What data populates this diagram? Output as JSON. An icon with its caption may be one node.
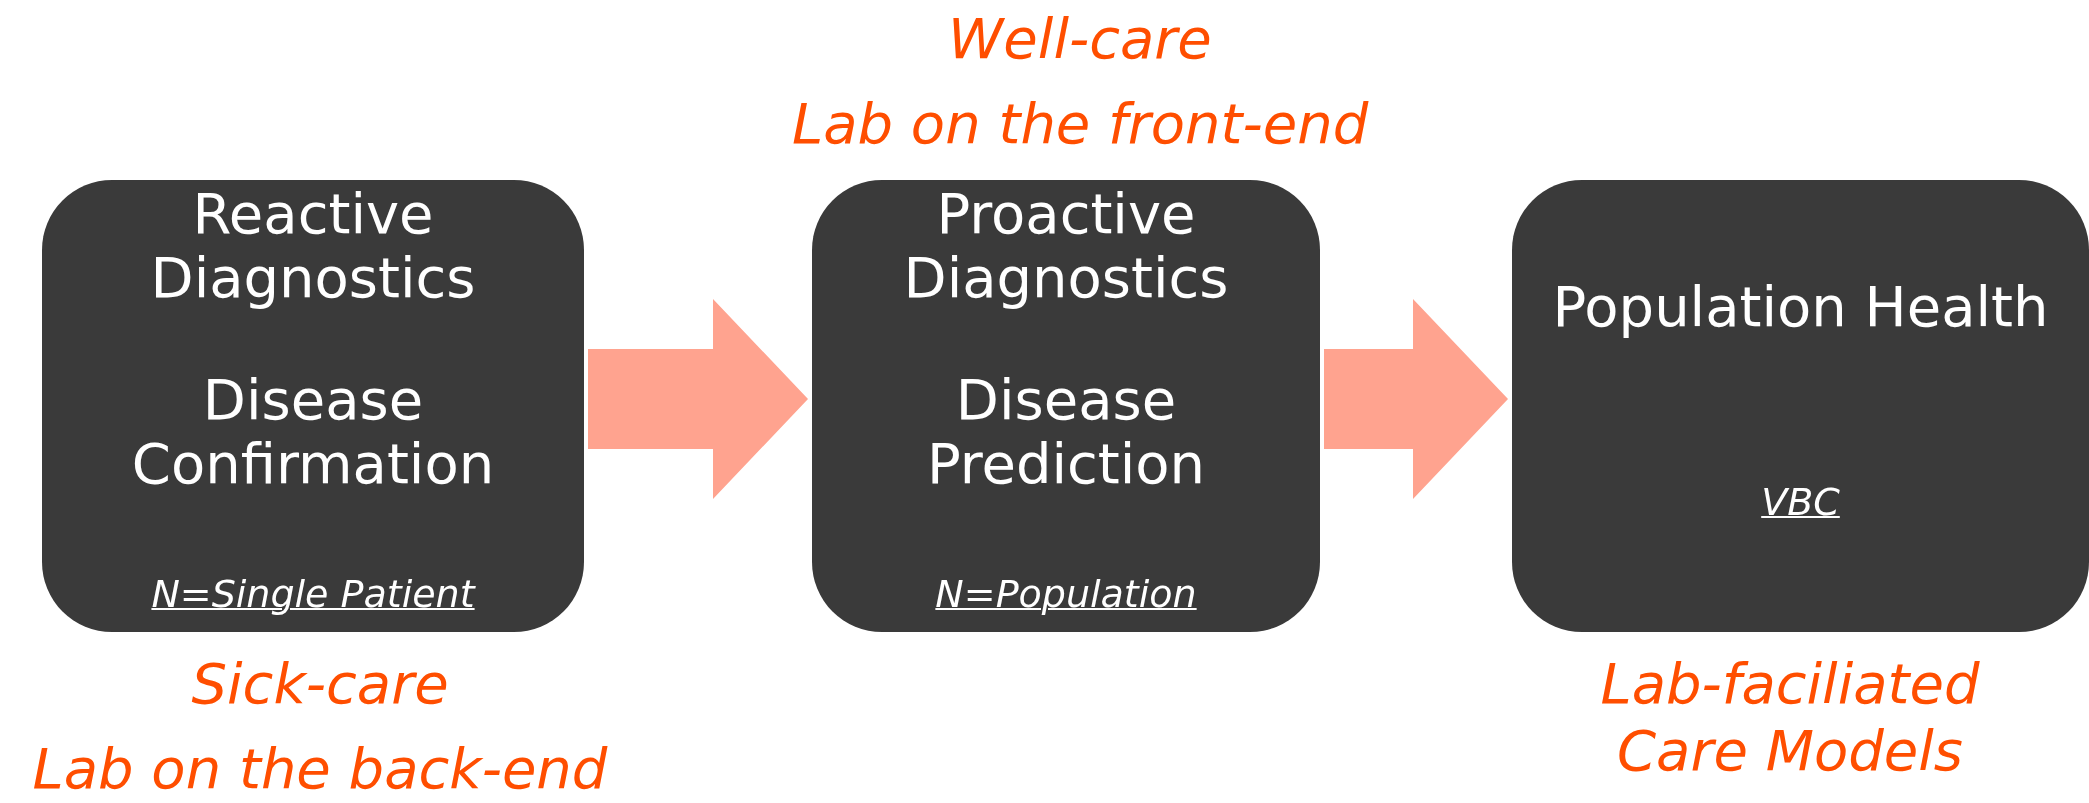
{
  "diagram": {
    "nodes": [
      {
        "text": [
          "Reactive Diagnostics",
          "Disease Confirmation",
          "N=Single Patient"
        ],
        "beside": [
          "Sick-care",
          "Lab on the back-end"
        ]
      },
      {
        "text": [
          "Proactive Diagnostics",
          "Disease Prediction",
          "N=Population"
        ],
        "beside": [
          "Well-care",
          "Lab on the front-end"
        ]
      },
      {
        "text": [
          "Population Health",
          "VBC"
        ],
        "beside": [
          "Lab-faciliated Care Models"
        ]
      }
    ],
    "edges": [
      {
        "from": 0,
        "to": 1,
        "arrow": "to"
      },
      {
        "from": 1,
        "to": 2,
        "arrow": "to"
      }
    ]
  }
}
